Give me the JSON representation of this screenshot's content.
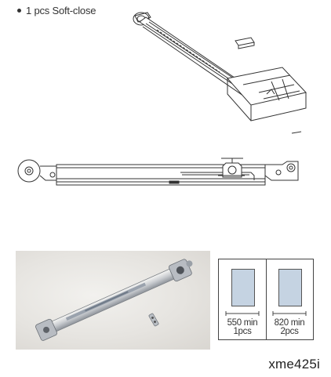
{
  "bullet": {
    "text": "1 pcs Soft-close"
  },
  "spacing": {
    "single": {
      "value": "550 min",
      "qty": "1pcs"
    },
    "double": {
      "value": "820 min",
      "qty": "2pcs"
    }
  },
  "product_code": "xme425i",
  "colors": {
    "panel_fill": "#c5d3e2",
    "line": "#444444"
  },
  "icons": [
    "bullet-dot"
  ]
}
